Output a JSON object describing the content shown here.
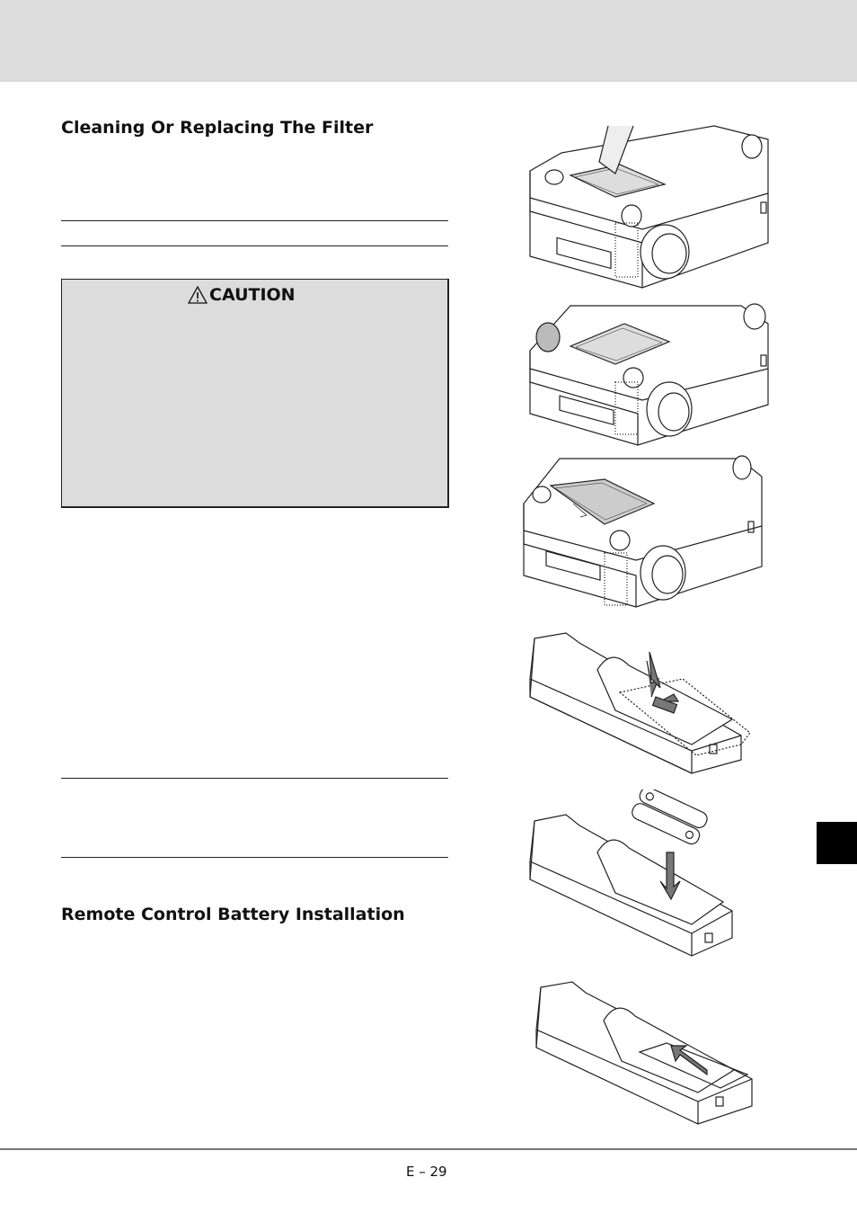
{
  "section1": {
    "title": "Cleaning Or Replacing The Filter"
  },
  "caution": {
    "title": "CAUTION",
    "icon": "warning-triangle-icon"
  },
  "section2": {
    "title": "Remote Control Battery Installation"
  },
  "side_tab": {
    "color": "#000000"
  },
  "header": {
    "color": "#dcdcdc"
  },
  "footer": {
    "page_number": "E – 29"
  }
}
